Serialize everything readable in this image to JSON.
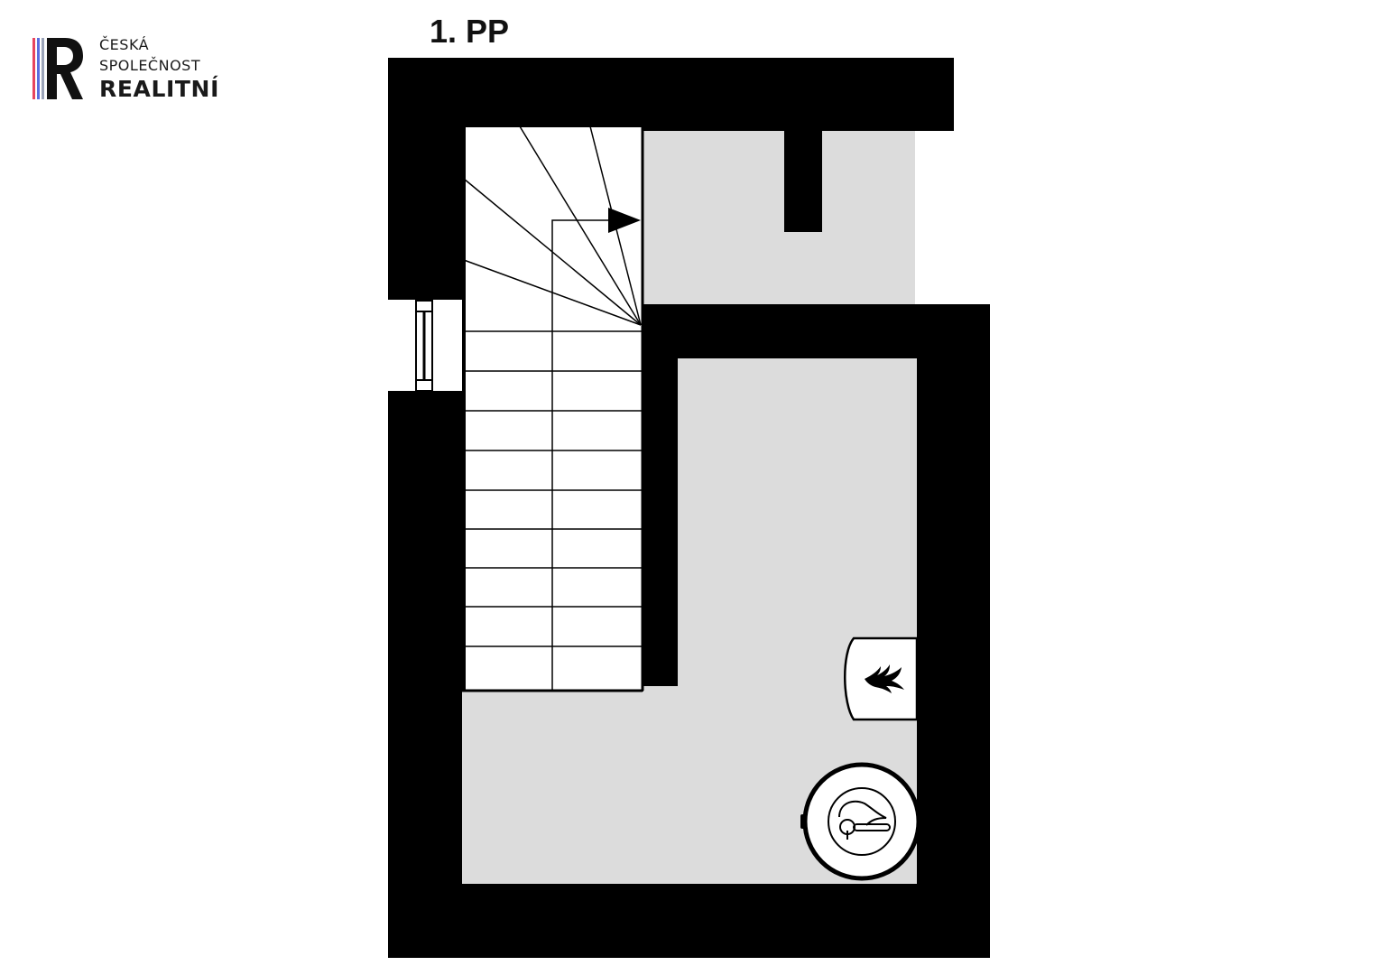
{
  "logo": {
    "line1": "ČESKÁ",
    "line2": "SPOLEČNOST",
    "line3": "REALITNÍ",
    "stripe_colors": [
      "#e8455e",
      "#5b6de0",
      "#9aa3b8"
    ]
  },
  "floor_label": "1. PP",
  "colors": {
    "wall": "#000000",
    "floor": "#dcdcdc",
    "stairs": "#ffffff"
  },
  "icons": {
    "boiler": "flame-icon",
    "water_heater": "thermometer-drop-icon",
    "window": "window-icon",
    "stair_arrow": "arrow-right-icon"
  }
}
